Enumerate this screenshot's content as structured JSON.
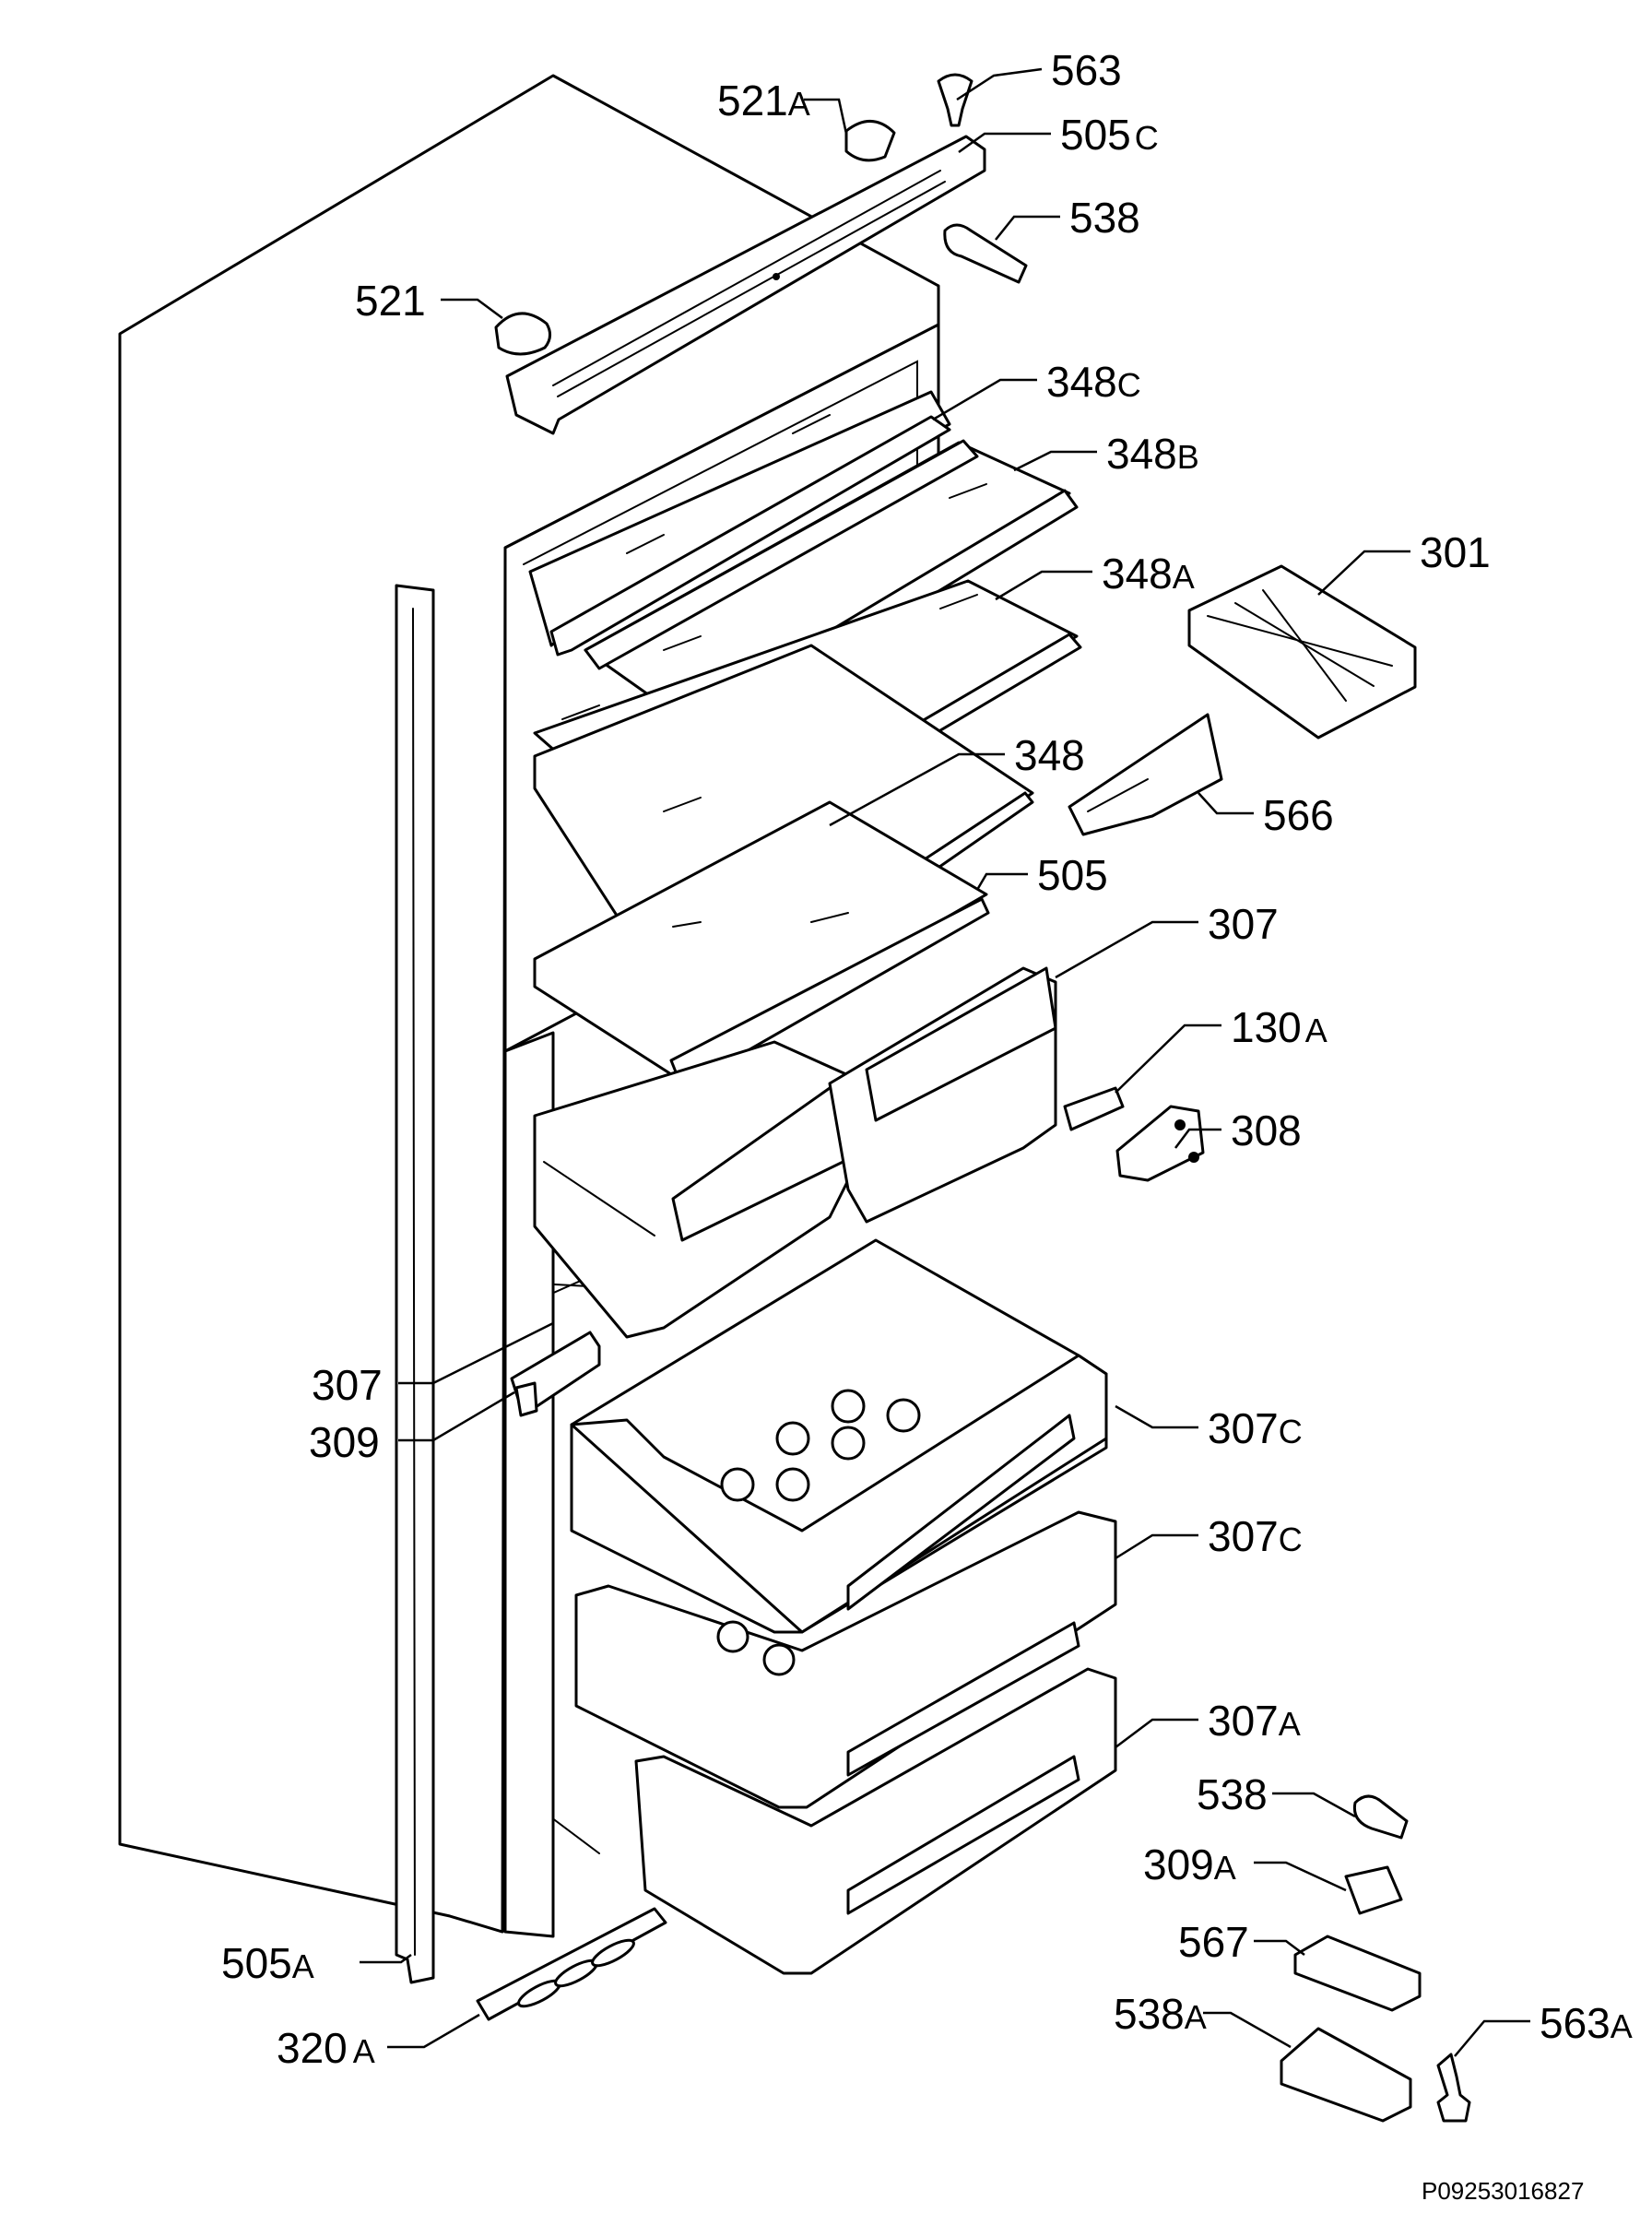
{
  "callouts": [
    {
      "id": "c563",
      "num": "563",
      "suffix": ""
    },
    {
      "id": "c521a",
      "num": "521",
      "suffix": "A"
    },
    {
      "id": "c505c",
      "num": "505",
      "suffix": "C"
    },
    {
      "id": "c538top",
      "num": "538",
      "suffix": ""
    },
    {
      "id": "c521",
      "num": "521",
      "suffix": ""
    },
    {
      "id": "c348c",
      "num": "348",
      "suffix": "C"
    },
    {
      "id": "c348b",
      "num": "348",
      "suffix": "B"
    },
    {
      "id": "c348a",
      "num": "348",
      "suffix": "A"
    },
    {
      "id": "c301",
      "num": "301",
      "suffix": ""
    },
    {
      "id": "c348",
      "num": "348",
      "suffix": ""
    },
    {
      "id": "c566",
      "num": "566",
      "suffix": ""
    },
    {
      "id": "c505",
      "num": "505",
      "suffix": ""
    },
    {
      "id": "c307top",
      "num": "307",
      "suffix": ""
    },
    {
      "id": "c130a",
      "num": "130",
      "suffix": "A"
    },
    {
      "id": "c308",
      "num": "308",
      "suffix": ""
    },
    {
      "id": "c307left",
      "num": "307",
      "suffix": ""
    },
    {
      "id": "c309",
      "num": "309",
      "suffix": ""
    },
    {
      "id": "c307c1",
      "num": "307",
      "suffix": "C"
    },
    {
      "id": "c307c2",
      "num": "307",
      "suffix": "C"
    },
    {
      "id": "c307a",
      "num": "307",
      "suffix": "A"
    },
    {
      "id": "c538mid",
      "num": "538",
      "suffix": ""
    },
    {
      "id": "c309a",
      "num": "309",
      "suffix": "A"
    },
    {
      "id": "c567",
      "num": "567",
      "suffix": ""
    },
    {
      "id": "c505a",
      "num": "505",
      "suffix": "A"
    },
    {
      "id": "c538a",
      "num": "538",
      "suffix": "A"
    },
    {
      "id": "c563a",
      "num": "563",
      "suffix": "A"
    },
    {
      "id": "c320a",
      "num": "320",
      "suffix": "A"
    }
  ],
  "drawing_code": "P09253016827"
}
